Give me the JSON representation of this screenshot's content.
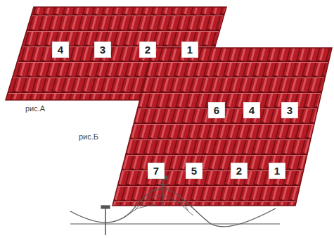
{
  "diagram": {
    "nodes": [
      {
        "text": [
          "4"
        ]
      },
      {
        "text": [
          "3"
        ]
      },
      {
        "text": [
          "2"
        ]
      },
      {
        "text": [
          "1"
        ]
      },
      {
        "text": [
          "6"
        ]
      },
      {
        "text": [
          "4"
        ]
      },
      {
        "text": [
          "3"
        ]
      },
      {
        "text": [
          "7"
        ]
      },
      {
        "text": [
          "5"
        ]
      },
      {
        "text": [
          "2"
        ]
      },
      {
        "text": [
          "1"
        ]
      }
    ],
    "labels": [
      "рис.А",
      "рис.Б"
    ]
  }
}
